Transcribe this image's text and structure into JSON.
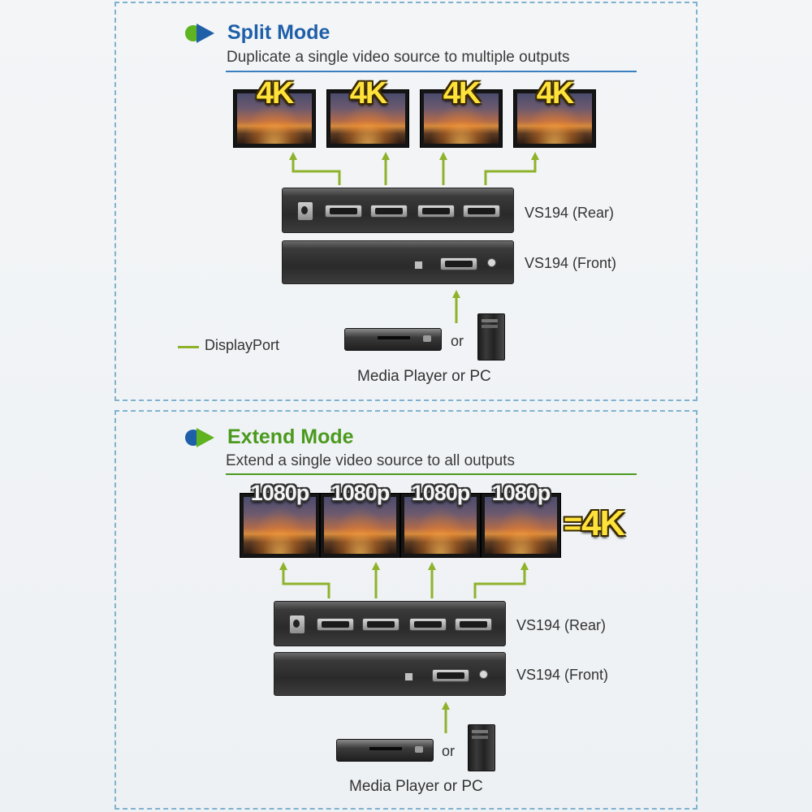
{
  "colors": {
    "connector": "#8fb22b",
    "split_title": "#1f5fa8",
    "extend_title": "#4a9a1e",
    "split_rule": "#3a7fc0",
    "extend_rule": "#4a9a1e",
    "icon_green": "#5fb320",
    "icon_blue": "#1f5fa8"
  },
  "split": {
    "title": "Split Mode",
    "subtitle": "Duplicate a single video source to multiple outputs",
    "monitor_labels": [
      "4K",
      "4K",
      "4K",
      "4K"
    ],
    "rear_label": "VS194 (Rear)",
    "front_label": "VS194 (Front)",
    "or_text": "or",
    "source_caption": "Media Player or PC"
  },
  "legend": {
    "label": "DisplayPort"
  },
  "extend": {
    "title": "Extend Mode",
    "subtitle": "Extend a single video source to all outputs",
    "monitor_labels": [
      "1080p",
      "1080p",
      "1080p",
      "1080p"
    ],
    "equals_text": "=",
    "result_label": "4K",
    "rear_label": "VS194 (Rear)",
    "front_label": "VS194 (Front)",
    "or_text": "or",
    "source_caption": "Media Player or PC"
  },
  "icons": {
    "mode_bullet": "circle-arrow-icon",
    "media_player": "media-player-icon",
    "pc": "pc-tower-icon"
  }
}
